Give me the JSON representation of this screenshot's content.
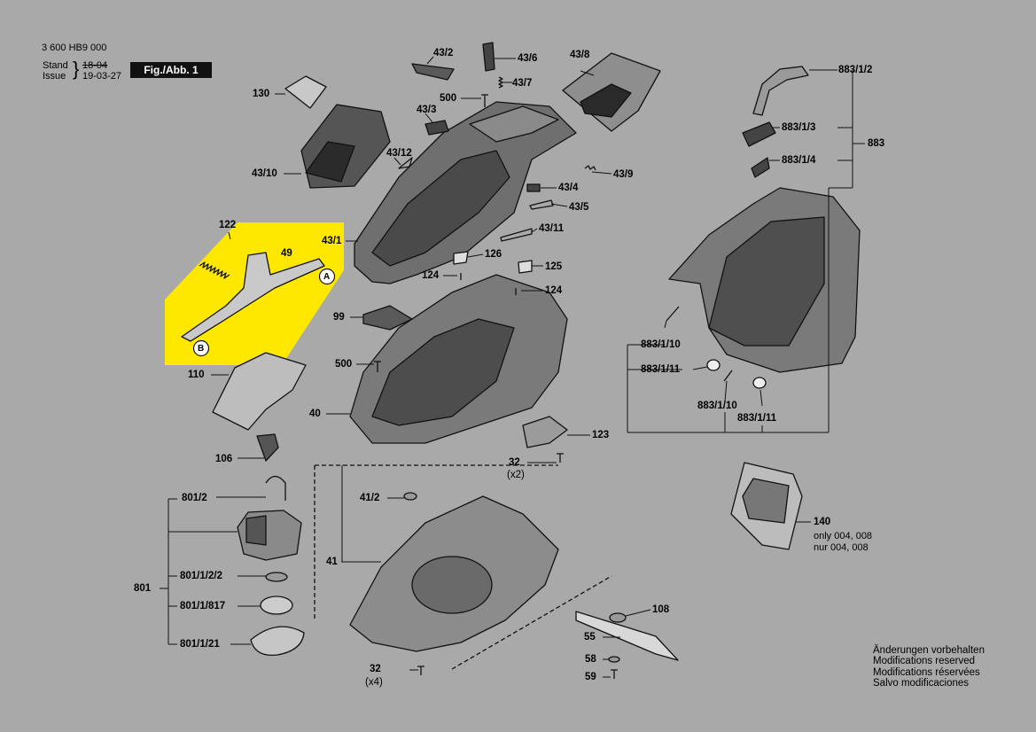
{
  "header": {
    "doc_number": "3 600 HB9 000",
    "stand_label": "Stand",
    "issue_label": "Issue",
    "stand_value": "18-04",
    "issue_value": "19-03-27",
    "figure_label": "Fig./Abb. 1"
  },
  "callouts": {
    "a": "A",
    "b": "B"
  },
  "labels": [
    {
      "id": "p43-2",
      "text": "43/2"
    },
    {
      "id": "p43-6",
      "text": "43/6"
    },
    {
      "id": "p43-8",
      "text": "43/8"
    },
    {
      "id": "p43-7",
      "text": "43/7"
    },
    {
      "id": "p500a",
      "text": "500"
    },
    {
      "id": "p130",
      "text": "130"
    },
    {
      "id": "p43-3",
      "text": "43/3"
    },
    {
      "id": "p43-12",
      "text": "43/12"
    },
    {
      "id": "p43-10",
      "text": "43/10"
    },
    {
      "id": "p43-9",
      "text": "43/9"
    },
    {
      "id": "p43-4",
      "text": "43/4"
    },
    {
      "id": "p43-5",
      "text": "43/5"
    },
    {
      "id": "p43-11",
      "text": "43/11"
    },
    {
      "id": "p43-1",
      "text": "43/1"
    },
    {
      "id": "p122",
      "text": "122"
    },
    {
      "id": "p49",
      "text": "49"
    },
    {
      "id": "p126",
      "text": "126"
    },
    {
      "id": "p125",
      "text": "125"
    },
    {
      "id": "p124a",
      "text": "124"
    },
    {
      "id": "p124b",
      "text": "124"
    },
    {
      "id": "p99",
      "text": "99"
    },
    {
      "id": "p500b",
      "text": "500"
    },
    {
      "id": "p110",
      "text": "110"
    },
    {
      "id": "p40",
      "text": "40"
    },
    {
      "id": "p123",
      "text": "123"
    },
    {
      "id": "p106",
      "text": "106"
    },
    {
      "id": "p32a",
      "text": "32"
    },
    {
      "id": "p801-2",
      "text": "801/2"
    },
    {
      "id": "p41-2",
      "text": "41/2"
    },
    {
      "id": "p41",
      "text": "41"
    },
    {
      "id": "p801",
      "text": "801"
    },
    {
      "id": "p801-1-2-2",
      "text": "801/1/2/2"
    },
    {
      "id": "p801-1-817",
      "text": "801/1/817"
    },
    {
      "id": "p801-1-21",
      "text": "801/1/21"
    },
    {
      "id": "p108",
      "text": "108"
    },
    {
      "id": "p55",
      "text": "55"
    },
    {
      "id": "p58",
      "text": "58"
    },
    {
      "id": "p32b",
      "text": "32"
    },
    {
      "id": "p59",
      "text": "59"
    },
    {
      "id": "p883-1-2",
      "text": "883/1/2"
    },
    {
      "id": "p883-1-3",
      "text": "883/1/3"
    },
    {
      "id": "p883",
      "text": "883"
    },
    {
      "id": "p883-1-4",
      "text": "883/1/4"
    },
    {
      "id": "p883-1-10a",
      "text": "883/1/10"
    },
    {
      "id": "p883-1-11a",
      "text": "883/1/11"
    },
    {
      "id": "p883-1-10b",
      "text": "883/1/10"
    },
    {
      "id": "p883-1-11b",
      "text": "883/1/11"
    },
    {
      "id": "p140",
      "text": "140"
    }
  ],
  "qty": {
    "x2": "(x2)",
    "x4": "(x4)"
  },
  "variant_note": {
    "line1": "only 004, 008",
    "line2": "nur 004, 008"
  },
  "modifications": [
    "Änderungen vorbehalten",
    "Modifications reserved",
    "Modifications réservées",
    "Salvo modificaciones"
  ],
  "colors": {
    "background": "#a9a9a9",
    "highlight": "#ffe800",
    "line": "#111111"
  }
}
